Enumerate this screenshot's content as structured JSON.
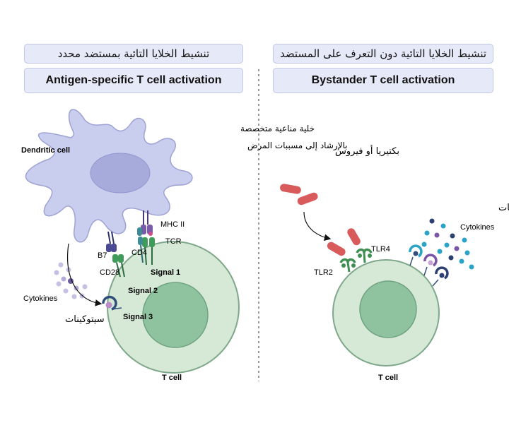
{
  "left_panel": {
    "arabic_title": "تنشيط الخلايا التائية بمستضد محدد",
    "title": "Antigen-specific T cell activation",
    "labels": {
      "dendritic_cell": "Dendritic cell",
      "arabic_apc_line1": "خلية مناعية متخصصة",
      "arabic_apc_line2": "بالإرشاد إلى مسببات المرض",
      "mhc": "MHC II",
      "tcr": "TCR",
      "cd4": "CD4",
      "b7": "B7",
      "cd28": "CD28",
      "signal1": "Signal 1",
      "signal2": "Signal 2",
      "signal3": "Signal 3",
      "cytokines": "Cytokines",
      "arabic_cytokines": "سيتوكينات",
      "t_cell": "T cell"
    }
  },
  "right_panel": {
    "arabic_title": "تنشيط الخلايا التائية دون التعرف على المستضد",
    "title": "Bystander T cell activation",
    "labels": {
      "arabic_bacteria": "بكتيريا أو فيروس",
      "arabic_cytokines": "سيتوكينات",
      "cytokines": "Cytokines",
      "tlr4": "TLR4",
      "tlr2": "TLR2",
      "t_cell": "T cell"
    }
  },
  "colors": {
    "dendritic_cell": "#c9cdee",
    "dendritic_nucleus": "#a7abdb",
    "t_cell_outer": "#d6e8d6",
    "t_cell_inner": "#8fc29f",
    "bacteria": "#d95a5a",
    "receptor_green": "#3f8f53",
    "receptor_navy": "#2f4f7a",
    "receptor_purple": "#6a4aa0",
    "cytokine_teal": "#2aa3c7",
    "cytokine_purple": "#7a55a5",
    "cytokine_navy": "#2c3f73",
    "title_box": "#e6e9f7"
  }
}
